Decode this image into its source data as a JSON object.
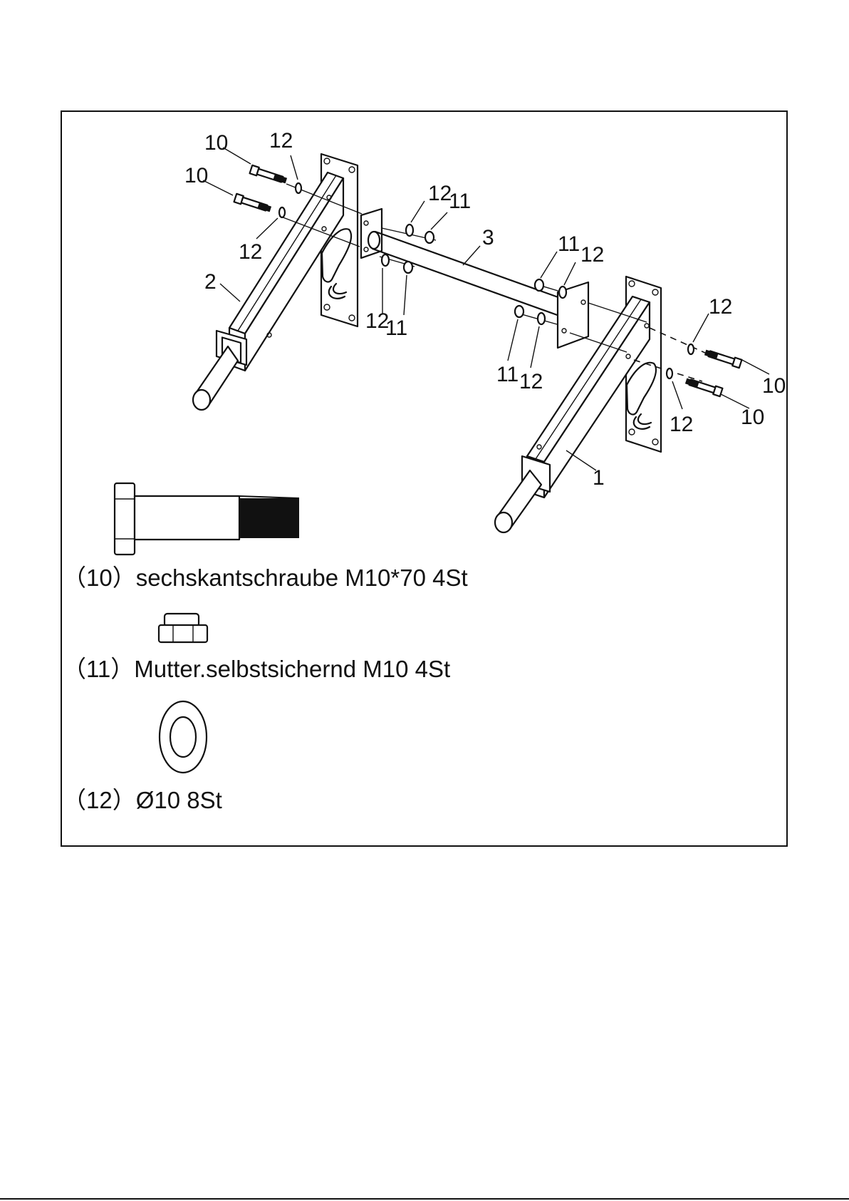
{
  "callouts": {
    "c10_a": "10",
    "c10_b": "10",
    "c10_c": "10",
    "c10_d": "10",
    "c12_a": "12",
    "c12_b": "12",
    "c12_c": "12",
    "c12_d": "12",
    "c12_e": "12",
    "c12_f": "12",
    "c12_g": "12",
    "c12_h": "12",
    "c11_a": "11",
    "c11_b": "11",
    "c11_c": "11",
    "c11_d": "11",
    "c1": "1",
    "c2": "2",
    "c3": "3"
  },
  "legend": [
    {
      "text": "（10）sechskantschraube M10*70 4St",
      "icon": "hex-bolt-icon"
    },
    {
      "text": "（11）Mutter.selbstsichernd M10 4St",
      "icon": "lock-nut-icon"
    },
    {
      "text": "（12）Ø10 8St",
      "icon": "washer-icon"
    }
  ]
}
